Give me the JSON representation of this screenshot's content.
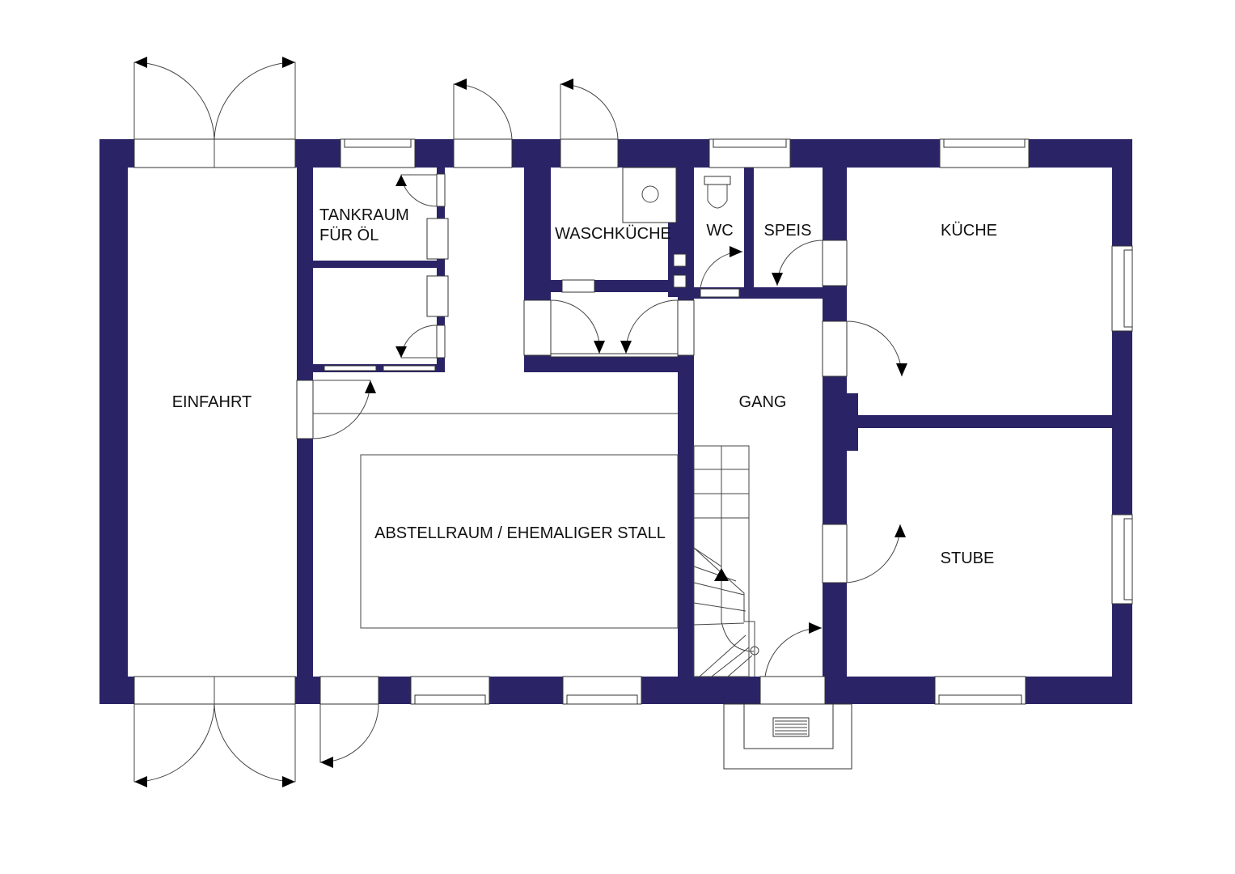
{
  "colors": {
    "wall": "#2a2467",
    "background": "#ffffff"
  },
  "rooms": {
    "einfahrt": "EINFAHRT",
    "tankraum_line1": "TANKRAUM",
    "tankraum_line2": "FÜR ÖL",
    "waschkueche": "WASCHKÜCHE",
    "wc": "WC",
    "speis": "SPEIS",
    "kueche": "KÜCHE",
    "gang": "GANG",
    "stube": "STUBE",
    "abstellraum": "ABSTELLRAUM / EHEMALIGER STALL"
  }
}
